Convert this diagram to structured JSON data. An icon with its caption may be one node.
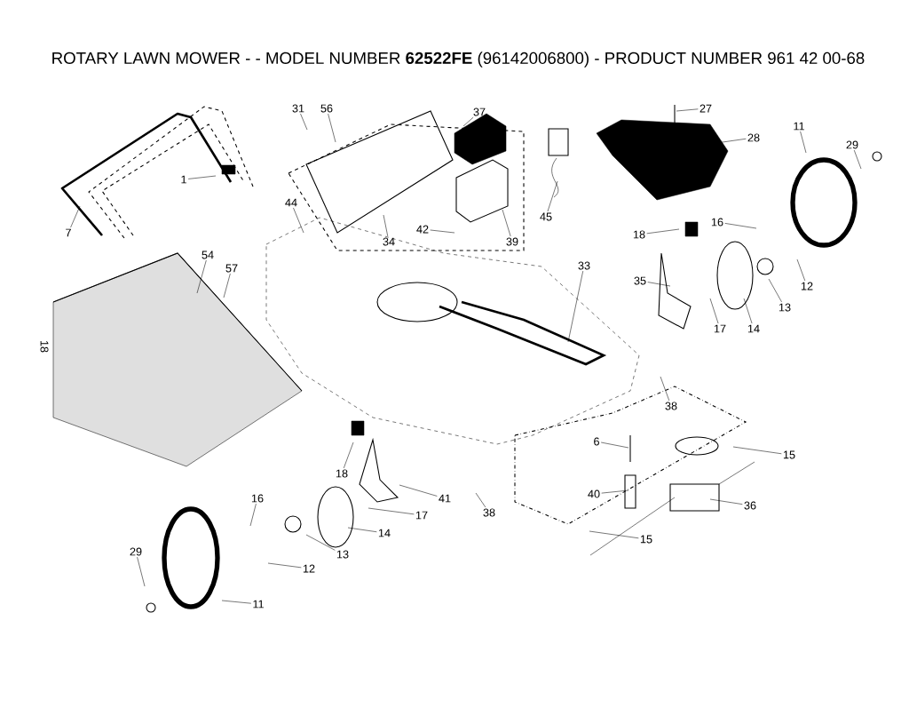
{
  "diagram": {
    "title": "ROTARY LAWN MOWER - - MODEL NUMBER  **62522FE**  (96142006800) - PRODUCT NUMBER 961 42 00-68",
    "nodes": [
      {
        "text": [
          "1"
        ]
      },
      {
        "text": [
          "7"
        ]
      },
      {
        "text": [
          "31"
        ]
      },
      {
        "text": [
          "56"
        ]
      },
      {
        "text": [
          "37"
        ]
      },
      {
        "text": [
          "44"
        ]
      },
      {
        "text": [
          "34"
        ]
      },
      {
        "text": [
          "42"
        ]
      },
      {
        "text": [
          "39"
        ]
      },
      {
        "text": [
          "45"
        ]
      },
      {
        "text": [
          "27"
        ]
      },
      {
        "text": [
          "28"
        ]
      },
      {
        "text": [
          "11"
        ]
      },
      {
        "text": [
          "29"
        ]
      },
      {
        "text": [
          "16"
        ]
      },
      {
        "text": [
          "18"
        ]
      },
      {
        "text": [
          "12"
        ]
      },
      {
        "text": [
          "13"
        ]
      },
      {
        "text": [
          "14"
        ]
      },
      {
        "text": [
          "17"
        ]
      },
      {
        "text": [
          "35"
        ]
      },
      {
        "text": [
          "33"
        ]
      },
      {
        "text": [
          "38"
        ]
      },
      {
        "text": [
          "15"
        ]
      },
      {
        "text": [
          "36"
        ]
      },
      {
        "text": [
          "6"
        ]
      },
      {
        "text": [
          "40"
        ]
      },
      {
        "text": [
          "15"
        ]
      },
      {
        "text": [
          "38"
        ]
      },
      {
        "text": [
          "54"
        ]
      },
      {
        "text": [
          "57"
        ]
      },
      {
        "text": [
          "18"
        ]
      },
      {
        "text": [
          "41"
        ]
      },
      {
        "text": [
          "16"
        ]
      },
      {
        "text": [
          "17"
        ]
      },
      {
        "text": [
          "14"
        ]
      },
      {
        "text": [
          "13"
        ]
      },
      {
        "text": [
          "12"
        ]
      },
      {
        "text": [
          "29"
        ]
      },
      {
        "text": [
          "11"
        ]
      }
    ],
    "edges": [
      {
        "from": 0,
        "to": null,
        "arrow": "none"
      },
      {
        "from": 1,
        "to": null,
        "arrow": "none"
      },
      {
        "from": 2,
        "to": null,
        "arrow": "none"
      },
      {
        "from": 3,
        "to": null,
        "arrow": "none"
      },
      {
        "from": 4,
        "to": null,
        "arrow": "none"
      },
      {
        "from": 5,
        "to": null,
        "arrow": "none"
      },
      {
        "from": 6,
        "to": null,
        "arrow": "none"
      },
      {
        "from": 7,
        "to": null,
        "arrow": "none"
      },
      {
        "from": 8,
        "to": null,
        "arrow": "none"
      },
      {
        "from": 9,
        "to": null,
        "arrow": "none"
      },
      {
        "from": 10,
        "to": null,
        "arrow": "none"
      },
      {
        "from": 11,
        "to": null,
        "arrow": "none"
      },
      {
        "from": 12,
        "to": null,
        "arrow": "none"
      },
      {
        "from": 13,
        "to": null,
        "arrow": "none"
      },
      {
        "from": 14,
        "to": null,
        "arrow": "none"
      },
      {
        "from": 15,
        "to": null,
        "arrow": "none"
      },
      {
        "from": 16,
        "to": null,
        "arrow": "none"
      },
      {
        "from": 17,
        "to": null,
        "arrow": "none"
      },
      {
        "from": 18,
        "to": null,
        "arrow": "none"
      },
      {
        "from": 19,
        "to": null,
        "arrow": "none"
      },
      {
        "from": 20,
        "to": null,
        "arrow": "none"
      },
      {
        "from": 21,
        "to": null,
        "arrow": "none"
      },
      {
        "from": 22,
        "to": null,
        "arrow": "none"
      },
      {
        "from": 23,
        "to": null,
        "arrow": "none"
      },
      {
        "from": 24,
        "to": null,
        "arrow": "none"
      },
      {
        "from": 25,
        "to": null,
        "arrow": "none"
      },
      {
        "from": 26,
        "to": null,
        "arrow": "none"
      },
      {
        "from": 27,
        "to": null,
        "arrow": "none"
      },
      {
        "from": 28,
        "to": null,
        "arrow": "none"
      },
      {
        "from": 29,
        "to": null,
        "arrow": "none"
      },
      {
        "from": 30,
        "to": null,
        "arrow": "none"
      },
      {
        "from": 31,
        "to": null,
        "arrow": "none"
      },
      {
        "from": 32,
        "to": null,
        "arrow": "none"
      },
      {
        "from": 33,
        "to": null,
        "arrow": "none"
      },
      {
        "from": 34,
        "to": null,
        "arrow": "none"
      },
      {
        "from": 35,
        "to": null,
        "arrow": "none"
      },
      {
        "from": 36,
        "to": null,
        "arrow": "none"
      },
      {
        "from": 37,
        "to": null,
        "arrow": "none"
      },
      {
        "from": 38,
        "to": null,
        "arrow": "none"
      },
      {
        "from": 39,
        "to": null,
        "arrow": "none"
      }
    ],
    "labels": [
      "18"
    ]
  }
}
